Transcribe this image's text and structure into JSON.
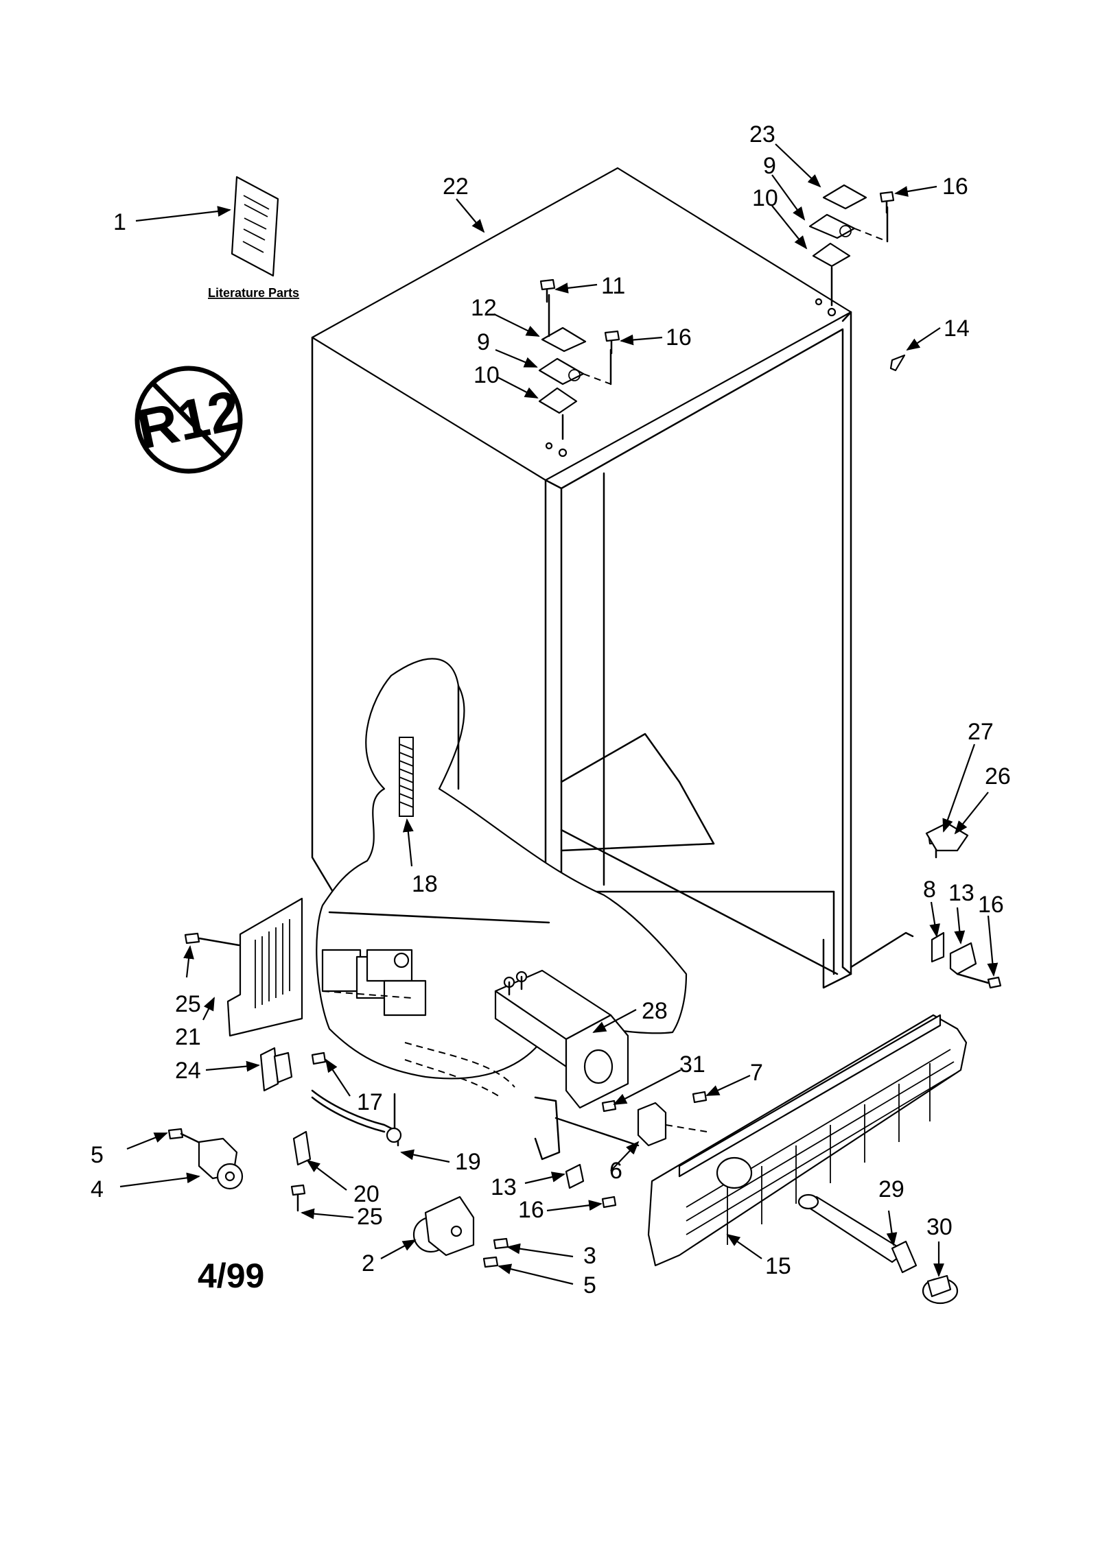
{
  "diagram": {
    "date_code": "4/99",
    "literature_label": "Literature Parts",
    "badge_text": "R12",
    "callouts": [
      {
        "id": "c1",
        "text": "1"
      },
      {
        "id": "c22",
        "text": "22"
      },
      {
        "id": "c23",
        "text": "23"
      },
      {
        "id": "c9a",
        "text": "9"
      },
      {
        "id": "c16a",
        "text": "16"
      },
      {
        "id": "c10a",
        "text": "10"
      },
      {
        "id": "c11",
        "text": "11"
      },
      {
        "id": "c12",
        "text": "12"
      },
      {
        "id": "c16b",
        "text": "16"
      },
      {
        "id": "c9b",
        "text": "9"
      },
      {
        "id": "c10b",
        "text": "10"
      },
      {
        "id": "c14",
        "text": "14"
      },
      {
        "id": "c27",
        "text": "27"
      },
      {
        "id": "c26",
        "text": "26"
      },
      {
        "id": "c8",
        "text": "8"
      },
      {
        "id": "c13a",
        "text": "13"
      },
      {
        "id": "c16c",
        "text": "16"
      },
      {
        "id": "c18",
        "text": "18"
      },
      {
        "id": "c25a",
        "text": "25"
      },
      {
        "id": "c21",
        "text": "21"
      },
      {
        "id": "c28",
        "text": "28"
      },
      {
        "id": "c24",
        "text": "24"
      },
      {
        "id": "c31",
        "text": "31"
      },
      {
        "id": "c7",
        "text": "7"
      },
      {
        "id": "c17",
        "text": "17"
      },
      {
        "id": "c5a",
        "text": "5"
      },
      {
        "id": "c6",
        "text": "6"
      },
      {
        "id": "c19",
        "text": "19"
      },
      {
        "id": "c4",
        "text": "4"
      },
      {
        "id": "c20",
        "text": "20"
      },
      {
        "id": "c13b",
        "text": "13"
      },
      {
        "id": "c29",
        "text": "29"
      },
      {
        "id": "c16d",
        "text": "16"
      },
      {
        "id": "c25b",
        "text": "25"
      },
      {
        "id": "c30",
        "text": "30"
      },
      {
        "id": "c2",
        "text": "2"
      },
      {
        "id": "c3",
        "text": "3"
      },
      {
        "id": "c15",
        "text": "15"
      },
      {
        "id": "c5b",
        "text": "5"
      }
    ]
  }
}
